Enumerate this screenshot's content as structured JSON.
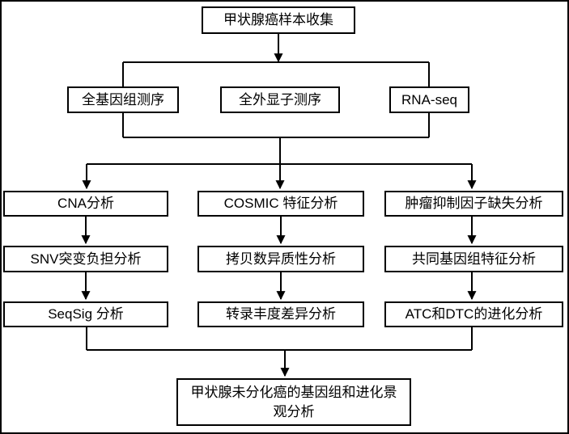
{
  "flowchart": {
    "colors": {
      "line": "#000000",
      "box_border": "#000000",
      "background": "#ffffff",
      "text": "#000000"
    },
    "nodes": {
      "collect": "甲状腺癌样本收集",
      "wgs": "全基因组测序",
      "wes": "全外显子测序",
      "rnaseq": "RNA-seq",
      "cna": "CNA分析",
      "cosmic": "COSMIC 特征分析",
      "tumor_suppressor": "肿瘤抑制因子缺失分析",
      "snv": "SNV突变负担分析",
      "copy_heterogeneity": "拷贝数异质性分析",
      "common_genomic": "共同基因组特征分析",
      "seqsig": "SeqSig 分析",
      "transcript_diff": "转录丰度差异分析",
      "atc_dtc_evolution": "ATC和DTC的进化分析",
      "final": "甲状腺未分化癌的基因组和进化景\n观分析"
    }
  }
}
